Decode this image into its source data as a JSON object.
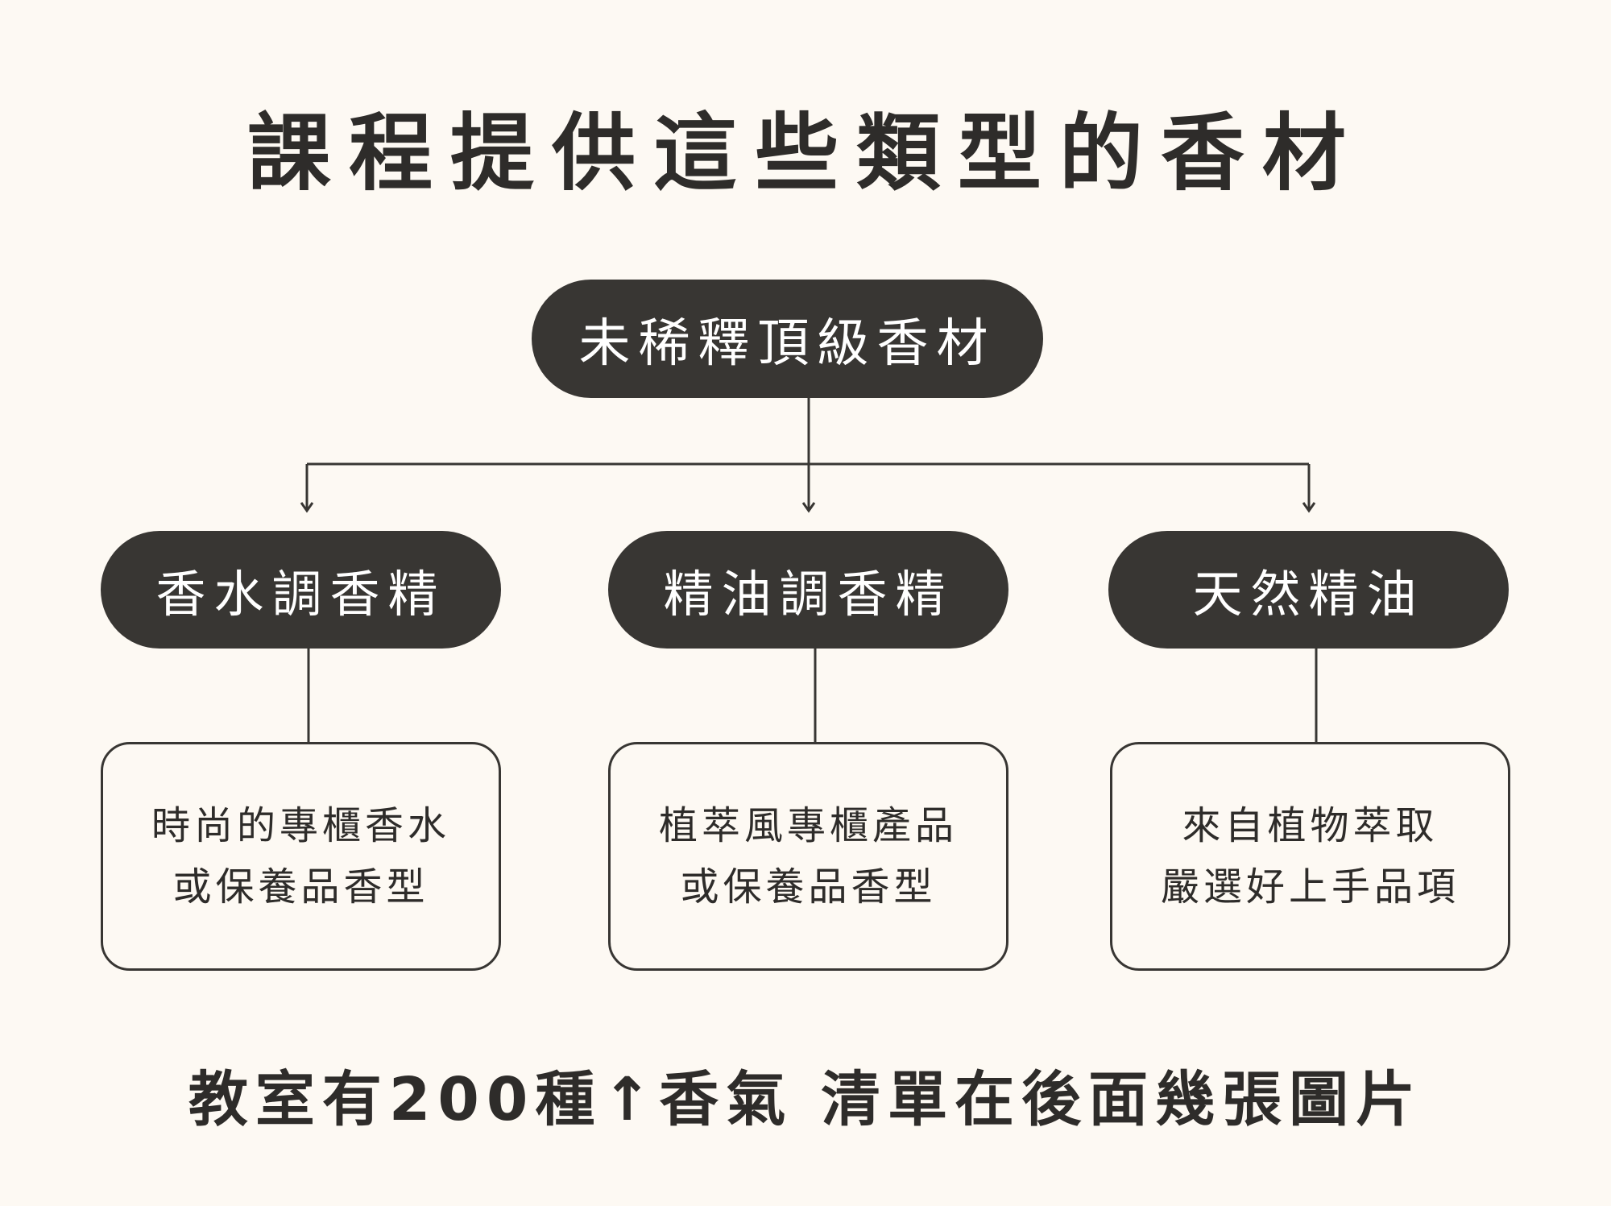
{
  "title": "課程提供這些類型的香材",
  "root": {
    "label": "未稀釋頂級香材"
  },
  "categories": [
    {
      "label": "香水調香精",
      "description": [
        "時尚的專櫃香水",
        "或保養品香型"
      ]
    },
    {
      "label": "精油調香精",
      "description": [
        "植萃風專櫃產品",
        "或保養品香型"
      ]
    },
    {
      "label": "天然精油",
      "description": [
        "來自植物萃取",
        "嚴選好上手品項"
      ]
    }
  ],
  "footer": "教室有200種↑香氣 清單在後面幾張圖片",
  "colors": {
    "background": "#fdf9f3",
    "dark": "#383633"
  }
}
